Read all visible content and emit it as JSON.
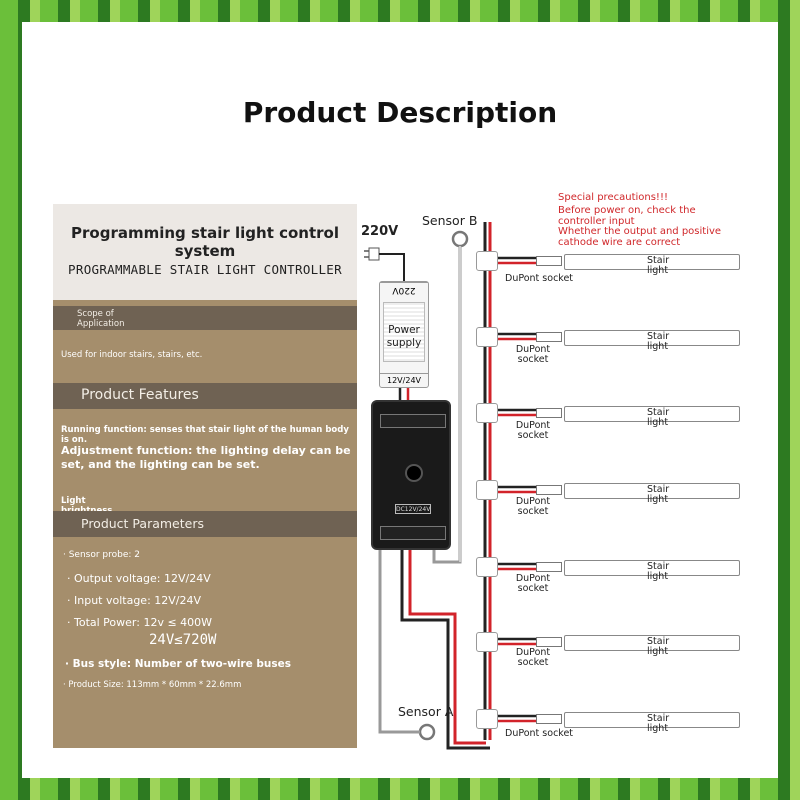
{
  "title": "Product Description",
  "card": {
    "title": "Programming stair light control system",
    "subtitle": "PROGRAMMABLE STAIR LIGHT CONTROLLER",
    "scope_heading": "Scope of Application",
    "scope_text": "Used for indoor stairs, stairs, etc.",
    "features_heading": "Product Features",
    "running": "Running function: senses that stair light of the human body is on.",
    "adjustment": "Adjustment function: the lighting delay can be set, and the lighting can be set.",
    "light_brightness": "Light brightness.",
    "params_heading": "Product Parameters",
    "sensor_probe": "· Sensor probe: 2",
    "output_voltage": "· Output voltage: 12V/24V",
    "input_voltage": "· Input voltage: 12V/24V",
    "total_power": "· Total Power: 12v ≤ 400W",
    "power_24": "24V≤720W",
    "bus_style": "· Bus style: Number of two-wire buses",
    "product_size": "· Product Size: 113mm * 60mm * 22.6mm"
  },
  "diagram": {
    "label_220v": "220V",
    "sensor_b": "Sensor B",
    "sensor_a": "Sensor A",
    "warning_1": "Special precautions!!!",
    "warning_2": "Before power on, check the controller input",
    "warning_3": "Whether the output and positive cathode wire are correct",
    "psu_top": "220V",
    "psu_label": "Power supply",
    "psu_bottom": "12V/24V",
    "ctrl_code": "DC12V/24V",
    "stair_light": "Stair light",
    "dupont": "DuPont socket"
  },
  "colors": {
    "card_bg": "#a58e6c",
    "band_bg": "#6f6253",
    "warning": "#d0272a",
    "wire_red": "#d2232a"
  }
}
